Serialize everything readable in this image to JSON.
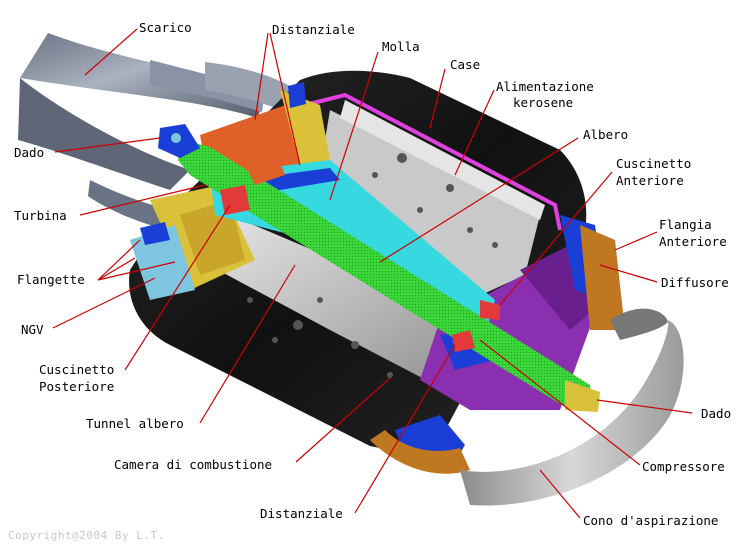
{
  "labels": {
    "scarico": "Scarico",
    "distanziale_top": "Distanziale",
    "molla": "Molla",
    "case": "Case",
    "alimentazione_1": "Alimentazione",
    "alimentazione_2": "kerosene",
    "albero": "Albero",
    "cuscinetto_ant_1": "Cuscinetto",
    "cuscinetto_ant_2": "Anteriore",
    "flangia_1": "Flangia",
    "flangia_2": "Anteriore",
    "diffusore": "Diffusore",
    "dado_left": "Dado",
    "turbina": "Turbina",
    "flangette": "Flangette",
    "ngv": "NGV",
    "cuscinetto_post_1": "Cuscinetto",
    "cuscinetto_post_2": "Posteriore",
    "tunnel_albero": "Tunnel albero",
    "camera": "Camera di combustione",
    "distanziale_bottom": "Distanziale",
    "dado_right": "Dado",
    "compressore": "Compressore",
    "cono": "Cono d'aspirazione"
  },
  "copyright": "Copyright@2004 By L.T.",
  "colors": {
    "leader_line": "#cc0000",
    "shaft": "#3ad63a",
    "casing_dark": "#1c1c1c",
    "metal": "#b8b8b8",
    "orange_part": "#e0602a",
    "yellow_part": "#d9c23a",
    "blue_part": "#1a3fd6",
    "cyan_part": "#36d9e0",
    "purple_part": "#8a2fb0",
    "magenta_pipe": "#e040e0",
    "bronze_ring": "#c07820"
  }
}
